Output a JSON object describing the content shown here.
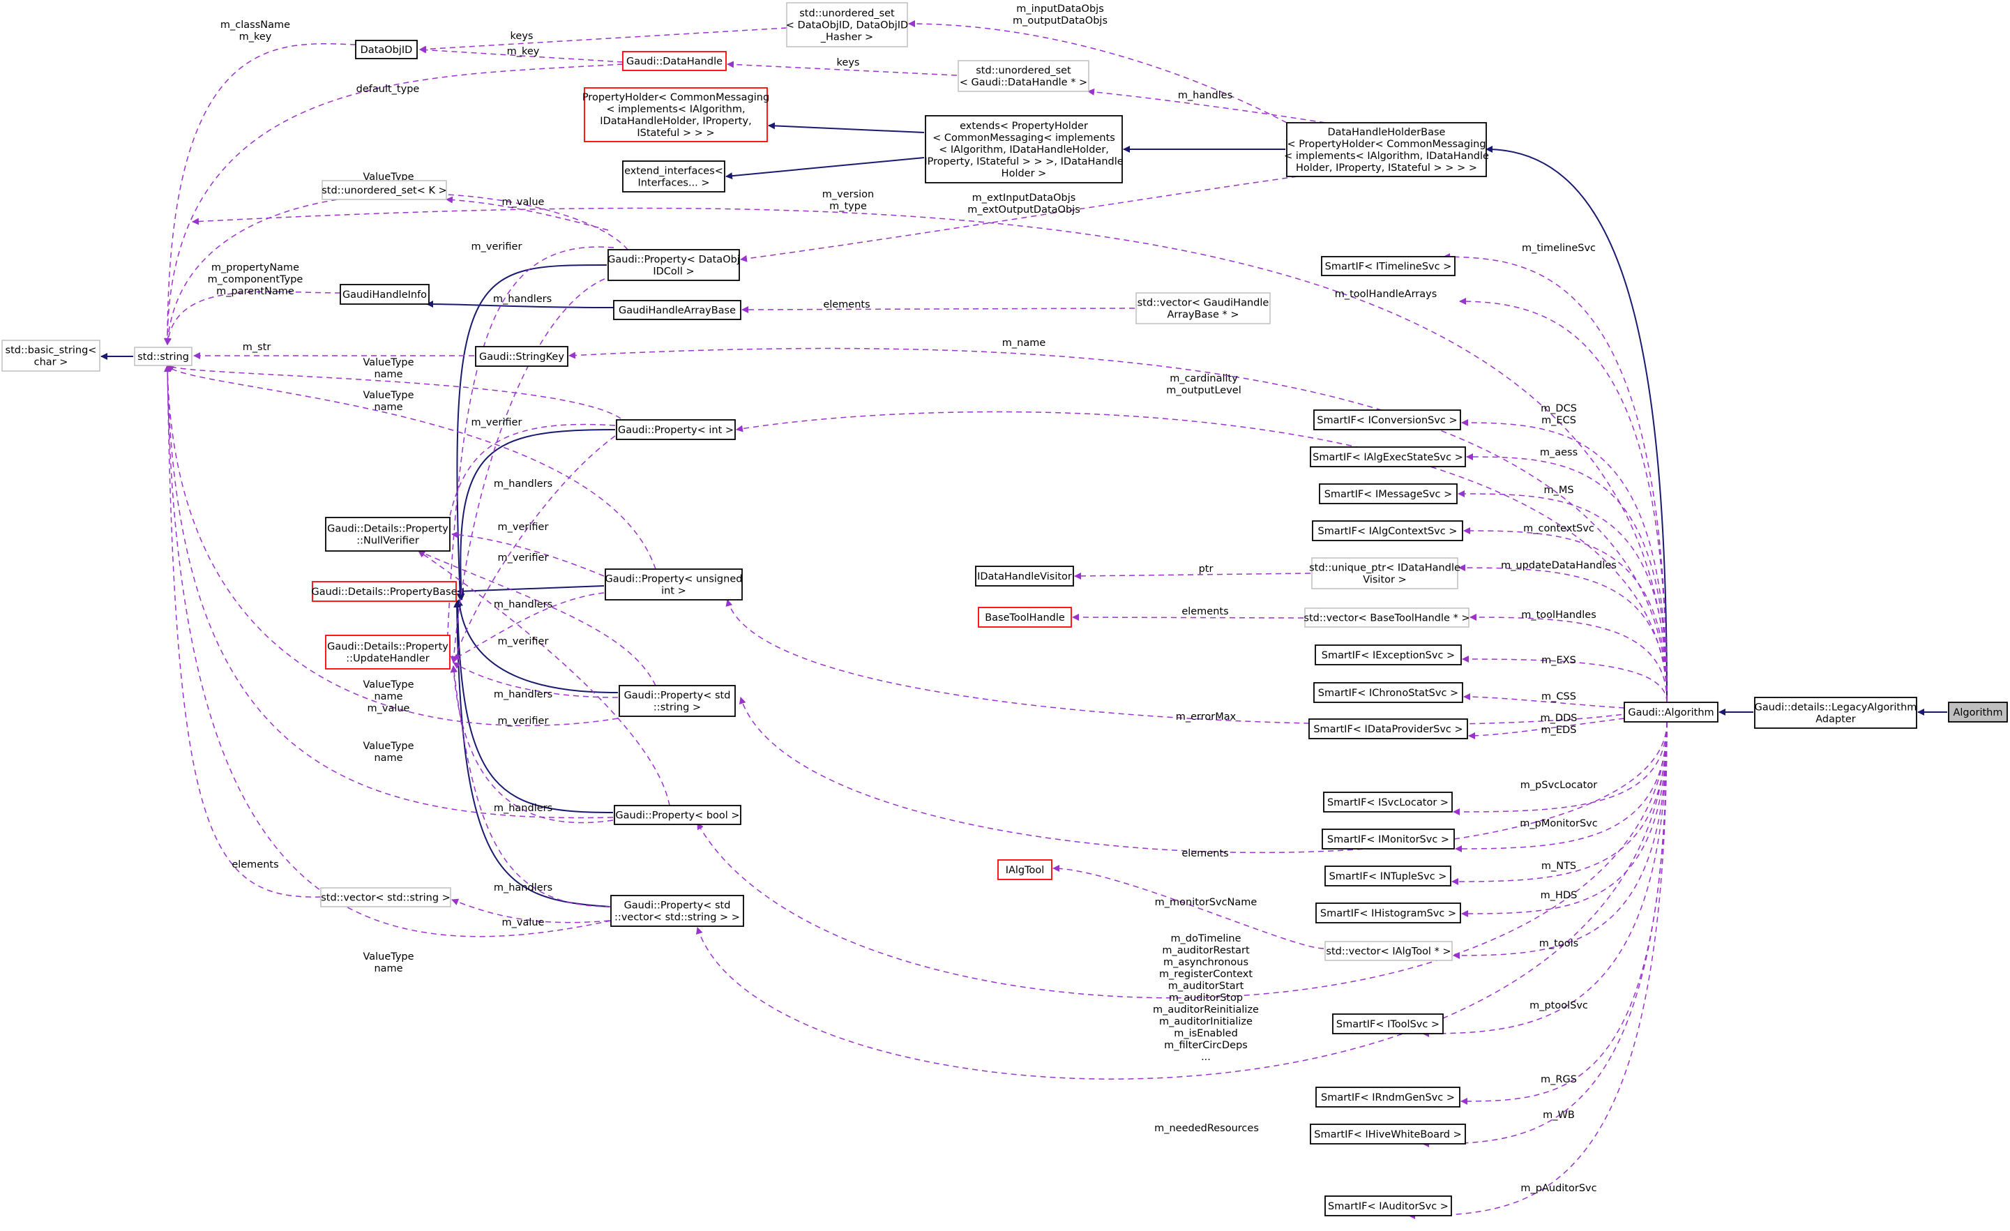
{
  "colors": {
    "inheritance": "#191970",
    "usage": "#9a32cd",
    "missing_doc_border": "#ff0000",
    "external_border": "#bfbfbf",
    "focus_fill": "#bfbfbf"
  },
  "nodes": {
    "algorithm": [
      "Algorithm"
    ],
    "legacy_adapter": [
      "Gaudi::details::LegacyAlgorithm",
      "Adapter"
    ],
    "gaudi_algorithm": [
      "Gaudi::Algorithm"
    ],
    "data_handle_holder_base": [
      "DataHandleHolderBase",
      "< PropertyHolder< CommonMessaging",
      "< implements< IAlgorithm, IDataHandle",
      "Holder, IProperty, IStateful > > > >"
    ],
    "extends_property_holder": [
      "extends< PropertyHolder",
      "< CommonMessaging< implements",
      "< IAlgorithm, IDataHandleHolder,",
      "IProperty, IStateful > > >, IDataHandle",
      "Holder >"
    ],
    "property_holder": [
      "PropertyHolder< CommonMessaging",
      "< implements< IAlgorithm,",
      "IDataHandleHolder, IProperty,",
      "IStateful > > >"
    ],
    "extend_interfaces": [
      "extend_interfaces<",
      "Interfaces... >"
    ],
    "unordered_set_dataobjid": [
      "std::unordered_set",
      "< DataObjID, DataObjID",
      "_Hasher >"
    ],
    "unordered_set_datahandle": [
      "std::unordered_set",
      "< Gaudi::DataHandle * >"
    ],
    "dataobjid": [
      "DataObjID"
    ],
    "gaudi_datahandle": [
      "Gaudi::DataHandle"
    ],
    "unordered_set_k": [
      "std::unordered_set< K >"
    ],
    "property_dataobjidcoll": [
      "Gaudi::Property< DataObj",
      "IDColl >"
    ],
    "gaudi_handle_info": [
      "GaudiHandleInfo"
    ],
    "gaudi_handle_array_base": [
      "GaudiHandleArrayBase"
    ],
    "vector_gaudi_handle_array_base": [
      "std::vector< GaudiHandle",
      "ArrayBase * >"
    ],
    "std_basic_string": [
      "std::basic_string<",
      "char >"
    ],
    "std_string": [
      "std::string"
    ],
    "gaudi_string_key": [
      "Gaudi::StringKey"
    ],
    "property_int": [
      "Gaudi::Property< int >"
    ],
    "null_verifier": [
      "Gaudi::Details::Property",
      "::NullVerifier"
    ],
    "property_base": [
      "Gaudi::Details::PropertyBase"
    ],
    "property_unsigned_int": [
      "Gaudi::Property< unsigned",
      "int >"
    ],
    "update_handler": [
      "Gaudi::Details::Property",
      "::UpdateHandler"
    ],
    "property_std_string": [
      "Gaudi::Property< std",
      "::string >"
    ],
    "property_bool": [
      "Gaudi::Property< bool >"
    ],
    "vector_std_string": [
      "std::vector< std::string >"
    ],
    "property_vector_string": [
      "Gaudi::Property< std",
      "::vector< std::string > >"
    ],
    "idatahandle_visitor": [
      "IDataHandleVisitor"
    ],
    "unique_ptr_visitor": [
      "std::unique_ptr< IDataHandle",
      "Visitor >"
    ],
    "base_tool_handle": [
      "BaseToolHandle"
    ],
    "vector_base_tool_handle": [
      "std::vector< BaseToolHandle * >"
    ],
    "ialgtool": [
      "IAlgTool"
    ],
    "vector_ialgtool": [
      "std::vector< IAlgTool * >"
    ],
    "sif_timeline": [
      "SmartIF< ITimelineSvc >"
    ],
    "sif_conversion": [
      "SmartIF< IConversionSvc >"
    ],
    "sif_alg_exec_state": [
      "SmartIF< IAlgExecStateSvc >"
    ],
    "sif_message": [
      "SmartIF< IMessageSvc >"
    ],
    "sif_alg_context": [
      "SmartIF< IAlgContextSvc >"
    ],
    "sif_exception": [
      "SmartIF< IExceptionSvc >"
    ],
    "sif_chrono_stat": [
      "SmartIF< IChronoStatSvc >"
    ],
    "sif_data_provider": [
      "SmartIF< IDataProviderSvc >"
    ],
    "sif_svc_locator": [
      "SmartIF< ISvcLocator >"
    ],
    "sif_monitor": [
      "SmartIF< IMonitorSvc >"
    ],
    "sif_ntuple": [
      "SmartIF< INTupleSvc >"
    ],
    "sif_histogram": [
      "SmartIF< IHistogramSvc >"
    ],
    "sif_tool": [
      "SmartIF< IToolSvc >"
    ],
    "sif_rndm_gen": [
      "SmartIF< IRndmGenSvc >"
    ],
    "sif_hive_whiteboard": [
      "SmartIF< IHiveWhiteBoard >"
    ],
    "sif_auditor": [
      "SmartIF< IAuditorSvc >"
    ]
  },
  "edge_labels": {
    "keys_dataobjid": [
      "keys"
    ],
    "m_key": [
      "m_key"
    ],
    "keys_datahandle": [
      "keys"
    ],
    "m_input_output": [
      "m_inputDataObjs",
      "m_outputDataObjs"
    ],
    "m_handles": [
      "m_handles"
    ],
    "m_classname_key": [
      "m_className",
      "m_key"
    ],
    "default_type": [
      "default_type"
    ],
    "valuetype_name_1": [
      "ValueType",
      "name"
    ],
    "m_value_set": [
      "m_value"
    ],
    "m_verifier_1": [
      "m_verifier"
    ],
    "m_version_type": [
      "m_version",
      "m_type"
    ],
    "m_ext_data_objs": [
      "m_extInputDataObjs",
      "m_extOutputDataObjs"
    ],
    "m_handlers_1": [
      "m_handlers"
    ],
    "m_property_component_parent": [
      "m_propertyName",
      "m_componentType",
      "m_parentName"
    ],
    "elements_gh": [
      "elements"
    ],
    "m_tool_handle_arrays": [
      "m_toolHandleArrays"
    ],
    "m_str": [
      "m_str"
    ],
    "m_name": [
      "m_name"
    ],
    "valuetype_name_2": [
      "ValueType",
      "name"
    ],
    "valuetype_name_3": [
      "ValueType",
      "name"
    ],
    "m_verifier_2": [
      "m_verifier"
    ],
    "m_cardinality": [
      "m_cardinality",
      "m_outputLevel"
    ],
    "m_handlers_2": [
      "m_handlers"
    ],
    "m_verifier_3": [
      "m_verifier"
    ],
    "m_verifier_4": [
      "m_verifier"
    ],
    "m_handlers_3": [
      "m_handlers"
    ],
    "m_verifier_5": [
      "m_verifier"
    ],
    "valuetype_name_value": [
      "ValueType",
      "name",
      "m_value"
    ],
    "m_handlers_4": [
      "m_handlers"
    ],
    "m_verifier_6": [
      "m_verifier"
    ],
    "valuetype_name_4": [
      "ValueType",
      "name"
    ],
    "m_handlers_5": [
      "m_handlers"
    ],
    "elements_str": [
      "elements"
    ],
    "m_handlers_6": [
      "m_handlers"
    ],
    "m_value_vec": [
      "m_value"
    ],
    "valuetype_name_5": [
      "ValueType",
      "name"
    ],
    "ptr": [
      "ptr"
    ],
    "elements_bth": [
      "elements"
    ],
    "m_error_max": [
      "m_errorMax"
    ],
    "elements_ialg": [
      "elements"
    ],
    "m_monitor_svc_name": [
      "m_monitorSvcName"
    ],
    "m_bool_members": [
      "m_doTimeline",
      "m_auditorRestart",
      "m_asynchronous",
      "m_registerContext",
      "m_auditorStart",
      "m_auditorStop",
      "m_auditorReinitialize",
      "m_auditorInitialize",
      "m_isEnabled",
      "m_filterCircDeps",
      "..."
    ],
    "m_needed_resources": [
      "m_neededResources"
    ],
    "m_timeline_svc": [
      "m_timelineSvc"
    ],
    "m_dcs_ecs": [
      "m_DCS",
      "m_ECS"
    ],
    "m_aess": [
      "m_aess"
    ],
    "m_ms": [
      "m_MS"
    ],
    "m_context_svc": [
      "m_contextSvc"
    ],
    "m_update_data_handles": [
      "m_updateDataHandles"
    ],
    "m_tool_handles": [
      "m_toolHandles"
    ],
    "m_exs": [
      "m_EXS"
    ],
    "m_css": [
      "m_CSS"
    ],
    "m_dds_eds": [
      "m_DDS",
      "m_EDS"
    ],
    "m_psvc_locator": [
      "m_pSvcLocator"
    ],
    "m_pmonitor_svc": [
      "m_pMonitorSvc"
    ],
    "m_nts": [
      "m_NTS"
    ],
    "m_hds": [
      "m_HDS"
    ],
    "m_tools": [
      "m_tools"
    ],
    "m_ptool_svc": [
      "m_ptoolSvc"
    ],
    "m_rgs": [
      "m_RGS"
    ],
    "m_wb": [
      "m_WB"
    ],
    "m_pauditor_svc": [
      "m_pAuditorSvc"
    ]
  }
}
